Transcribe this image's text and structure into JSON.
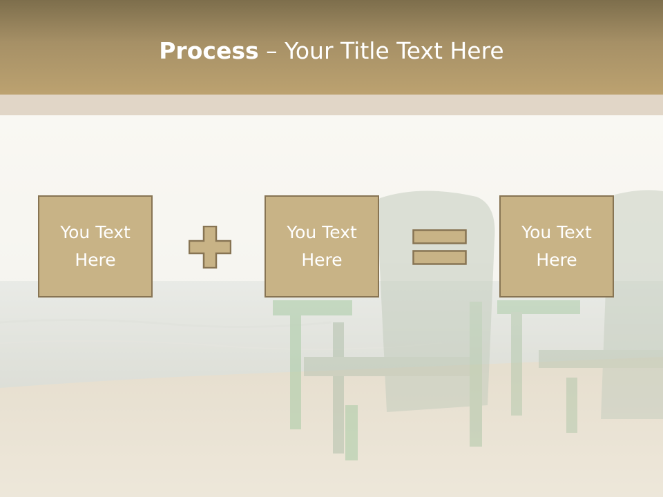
{
  "title": {
    "bold": "Process",
    "rest": " – Your Title Text Here"
  },
  "boxes": [
    {
      "text": "You Text Here"
    },
    {
      "text": "You Text Here"
    },
    {
      "text": "You Text Here"
    }
  ],
  "operators": [
    "plus-icon",
    "equals-icon"
  ],
  "colors": {
    "header_dark": "#7d6e4c",
    "header_light": "#bca270",
    "strip": "#e1d6c7",
    "box_fill": "#c8b386",
    "box_border": "#877453",
    "text": "#ffffff"
  }
}
